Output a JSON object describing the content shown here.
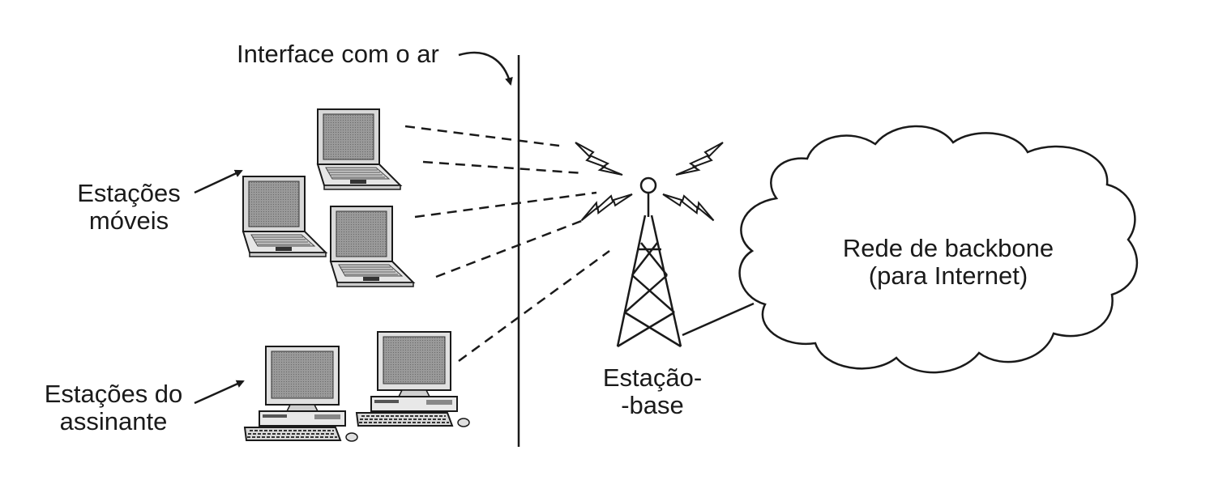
{
  "labels": {
    "air_interface": "Interface com o ar",
    "mobile_stations_line1": "Estações",
    "mobile_stations_line2": "móveis",
    "subscriber_stations_line1": "Estações do",
    "subscriber_stations_line2": "assinante",
    "base_station_line1": "Estação-",
    "base_station_line2": "-base",
    "backbone_line1": "Rede de backbone",
    "backbone_line2": "(para Internet)"
  },
  "diagram": {
    "nodes": [
      {
        "id": "laptop-1",
        "type": "laptop",
        "group": "mobile"
      },
      {
        "id": "laptop-2",
        "type": "laptop",
        "group": "mobile"
      },
      {
        "id": "laptop-3",
        "type": "laptop",
        "group": "mobile"
      },
      {
        "id": "desktop-1",
        "type": "desktop",
        "group": "subscriber"
      },
      {
        "id": "desktop-2",
        "type": "desktop",
        "group": "subscriber"
      },
      {
        "id": "base-station",
        "type": "tower"
      },
      {
        "id": "backbone",
        "type": "cloud"
      }
    ],
    "edges": [
      {
        "from": "laptop-1",
        "to": "base-station",
        "style": "dashed"
      },
      {
        "from": "laptop-1",
        "to": "base-station",
        "style": "dashed"
      },
      {
        "from": "laptop-2",
        "to": "base-station",
        "style": "dashed"
      },
      {
        "from": "laptop-3",
        "to": "base-station",
        "style": "dashed"
      },
      {
        "from": "desktop-2",
        "to": "base-station",
        "style": "dashed"
      },
      {
        "from": "base-station",
        "to": "backbone",
        "style": "solid"
      }
    ]
  }
}
